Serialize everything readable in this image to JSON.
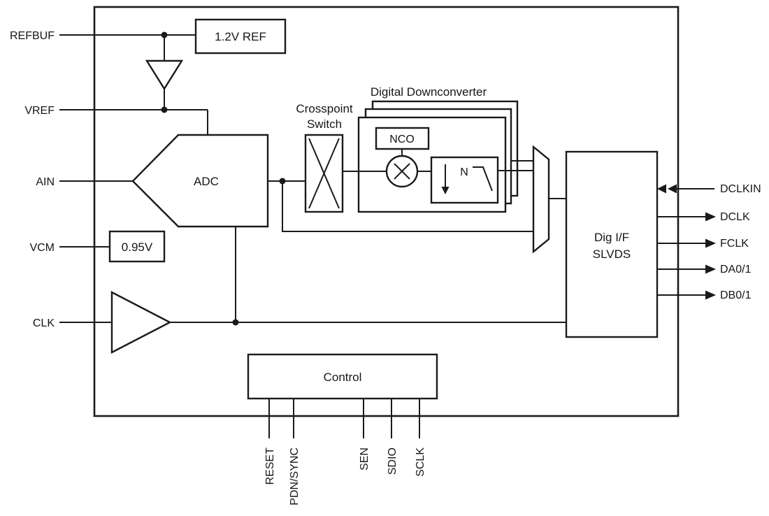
{
  "diagram": {
    "title": "Digital Downconverter",
    "pins_left": {
      "refbuf": "REFBUF",
      "vref": "VREF",
      "ain": "AIN",
      "vcm": "VCM",
      "clk": "CLK"
    },
    "pins_right": {
      "dclkin": "DCLKIN",
      "dclk": "DCLK",
      "fclk": "FCLK",
      "da01": "DA0/1",
      "db01": "DB0/1"
    },
    "pins_bottom": {
      "reset": "RESET",
      "pdn_sync": "PDN/SYNC",
      "sen": "SEN",
      "sdio": "SDIO",
      "sclk": "SCLK"
    },
    "blocks": {
      "ref_voltage": "1.2V REF",
      "adc": "ADC",
      "vcm_voltage": "0.95V",
      "crosspoint_line1": "Crosspoint",
      "crosspoint_line2": "Switch",
      "nco": "NCO",
      "decimation_factor": "N",
      "digif_line1": "Dig I/F",
      "digif_line2": "SLVDS",
      "control": "Control"
    },
    "colors": {
      "line": "#1a1a1a",
      "background": "#ffffff"
    }
  }
}
